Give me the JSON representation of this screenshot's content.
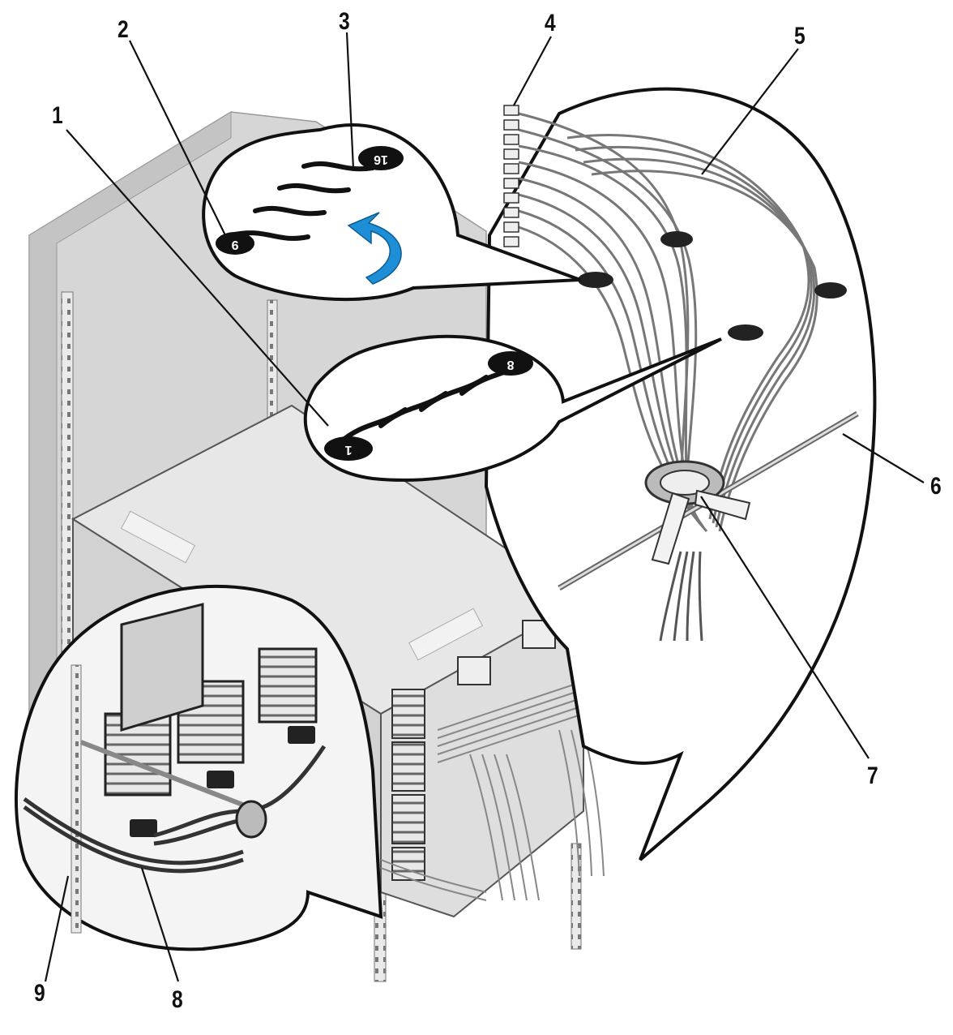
{
  "callouts": [
    {
      "id": "1",
      "label": "1"
    },
    {
      "id": "2",
      "label": "2"
    },
    {
      "id": "3",
      "label": "3"
    },
    {
      "id": "4",
      "label": "4"
    },
    {
      "id": "5",
      "label": "5"
    },
    {
      "id": "6",
      "label": "6"
    },
    {
      "id": "7",
      "label": "7"
    },
    {
      "id": "8",
      "label": "8"
    },
    {
      "id": "9",
      "label": "9"
    }
  ],
  "clip_markers": {
    "top_left": "9",
    "top_right": "16",
    "bottom_left": "1",
    "bottom_right": "8"
  },
  "colors": {
    "line": "#111111",
    "panel": "#d9d9d9",
    "panel_dark": "#bdbdbd",
    "arrow": "#1e8fd6",
    "cable": "#c8c8c8"
  }
}
